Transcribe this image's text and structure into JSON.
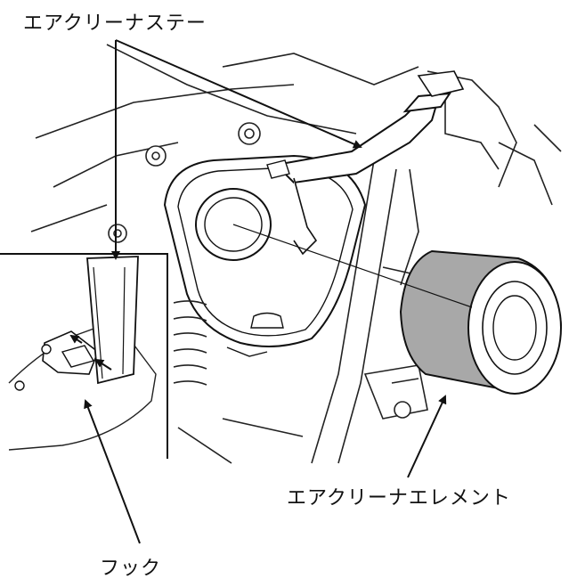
{
  "labels": {
    "air_cleaner_stay": "エアクリーナステー",
    "air_cleaner_element": "エアクリーナエレメント",
    "hook": "フック"
  },
  "colors": {
    "line": "#111111",
    "element_body": "#a8a8a8",
    "element_face": "#ffffff",
    "background": "#ffffff"
  }
}
